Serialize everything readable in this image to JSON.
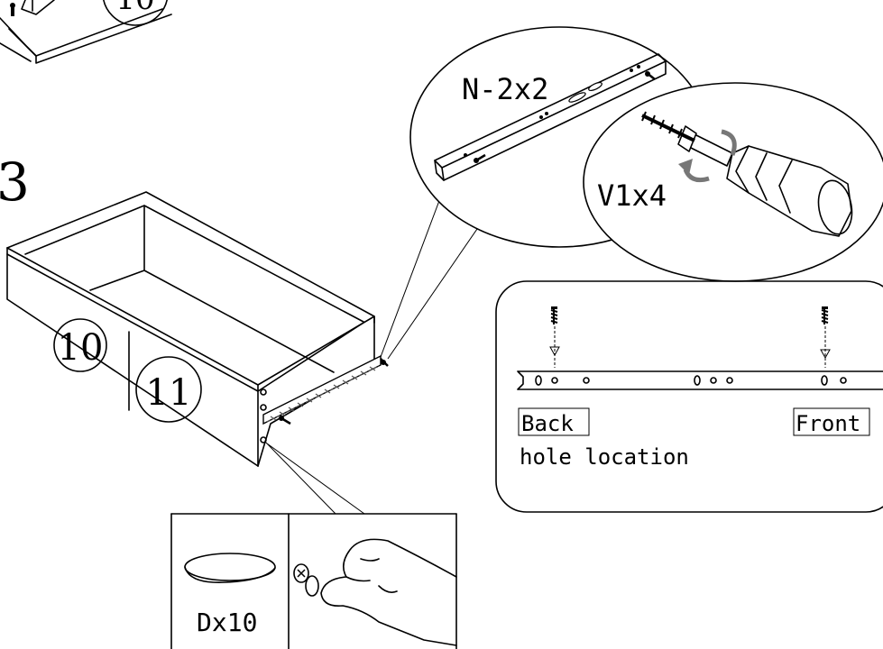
{
  "step_number": "3",
  "previous_step_part_label": "10",
  "drawer": {
    "part_labels": [
      "10",
      "11"
    ]
  },
  "callout_runner": {
    "label": "N-2x2"
  },
  "callout_screwdriver": {
    "label": "V1x4"
  },
  "hole_location_panel": {
    "back_label": "Back",
    "front_label": "Front",
    "caption": "hole location"
  },
  "cap_callout": {
    "label": "Dx10"
  },
  "colors": {
    "line": "#000000",
    "background": "#ffffff",
    "rail_hatch": "#555555"
  }
}
